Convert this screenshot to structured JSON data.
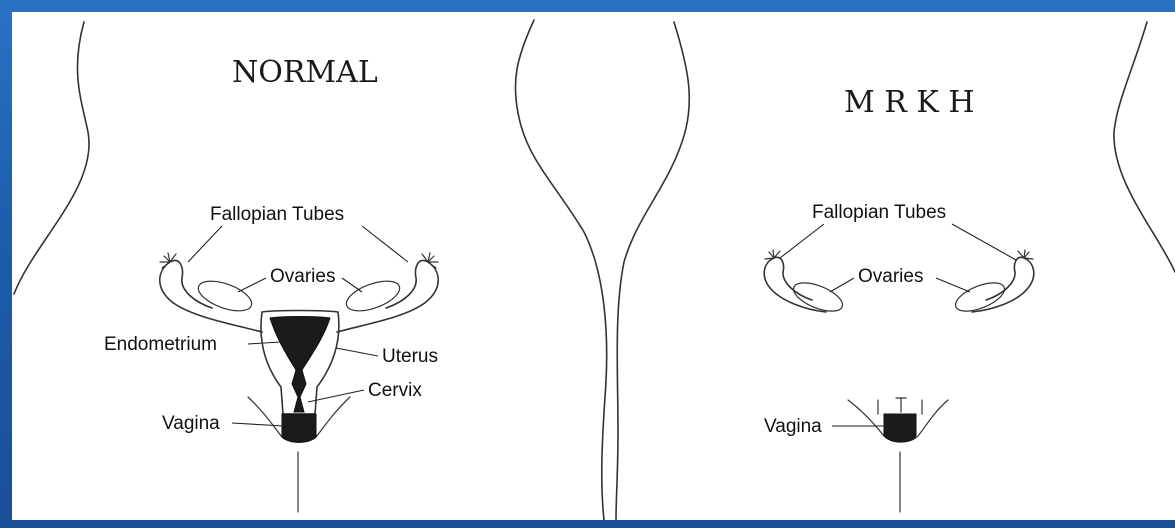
{
  "panels": [
    {
      "title": "NORMAL",
      "labels": {
        "fallopian_tubes": "Fallopian Tubes",
        "ovaries": "Ovaries",
        "endometrium": "Endometrium",
        "uterus": "Uterus",
        "cervix": "Cervix",
        "vagina": "Vagina"
      }
    },
    {
      "title": "M R K H",
      "labels": {
        "fallopian_tubes": "Fallopian Tubes",
        "ovaries": "Ovaries",
        "vagina": "Vagina"
      }
    }
  ],
  "colors": {
    "background": "#1f62b3",
    "panel": "#ffffff",
    "ink": "#1b1b1b"
  }
}
